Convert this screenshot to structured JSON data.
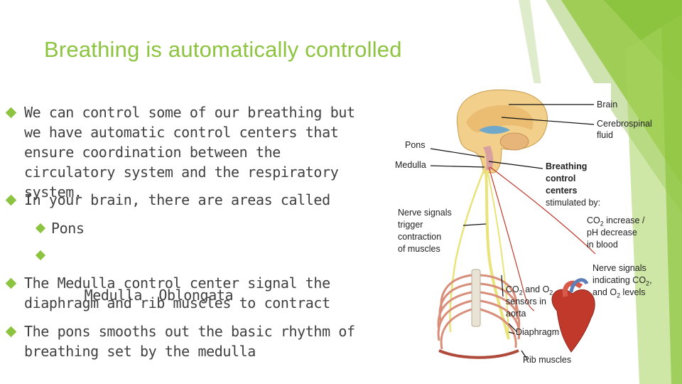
{
  "slide": {
    "title": "Breathing is automatically controlled",
    "bullets": [
      "We can control some of our breathing but we have automatic control centers that ensure coordination between the circulatory system and the respiratory system.",
      "In your brain, there are areas called",
      "The Medulla control center signal the diaphragm and rib muscles to contract",
      "The pons smooths out the basic rhythm of breathing set by the medulla"
    ],
    "sub_bullets": [
      "Pons",
      "Medulla  Oblongata"
    ]
  },
  "figure": {
    "labels": {
      "brain": "Brain",
      "csf_1": "Cerebrospinal",
      "csf_2": "fluid",
      "pons": "Pons",
      "medulla": "Medulla",
      "bcc_1": "Breathing",
      "bcc_2": "control",
      "bcc_3": "centers",
      "stim": "stimulated by:",
      "co2_1": "CO",
      "co2_1b": " increase /",
      "co2_2": "pH decrease",
      "co2_3": "in blood",
      "nerve_1": "Nerve signals",
      "nerve_2": "trigger",
      "nerve_3": "contraction",
      "nerve_4": "of muscles",
      "ns_1": "Nerve signals",
      "ns_2": "indicating CO",
      "ns_2b": ",",
      "ns_3": "and O",
      "ns_3b": " levels",
      "sens_1": "CO",
      "sens_1b": " and O",
      "sens_2": "sensors in",
      "sens_3": "aorta",
      "sub2": "2",
      "diaphragm": "Diaphragm",
      "rib": "Rib muscles"
    }
  },
  "colors": {
    "accent": "#8dc43f",
    "text": "#404040",
    "nerve": "#e8e070",
    "nerve_dark": "#c0392b"
  }
}
